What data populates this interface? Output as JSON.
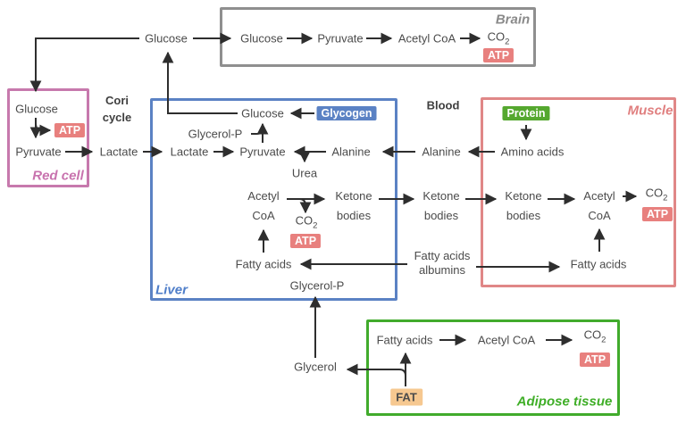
{
  "colors": {
    "text": "#4b4b4b",
    "arrow": "#2e2e2e",
    "brain_border": "#8f8f8f",
    "red_cell_border": "#c779ad",
    "liver_border": "#5b82c4",
    "muscle_border": "#e08787",
    "adipose_border": "#41ab2c",
    "atp_badge": "#e8807e",
    "glycogen_badge": "#5b82c4",
    "protein_badge": "#55a82f",
    "fat_badge": "#f6c890"
  },
  "blood": {
    "label": "Blood",
    "glucose": "Glucose",
    "lactate": "Lactate",
    "alanine": "Alanine",
    "ketone_line1": "Ketone",
    "ketone_line2": "bodies",
    "fatty_albumins_line1": "Fatty acids",
    "fatty_albumins_line2": "albumins",
    "glycerol": "Glycerol",
    "cori_line1": "Cori",
    "cori_line2": "cycle"
  },
  "brain": {
    "label": "Brain",
    "glucose": "Glucose",
    "pyruvate": "Pyruvate",
    "acetyl_coa": "Acetyl CoA",
    "co2": "CO",
    "co2_sub": "2",
    "atp": "ATP"
  },
  "red_cell": {
    "label": "Red cell",
    "glucose": "Glucose",
    "pyruvate": "Pyruvate",
    "atp": "ATP"
  },
  "liver": {
    "label": "Liver",
    "glucose": "Glucose",
    "glycogen": "Glycogen",
    "glycerol_p_top": "Glycerol-P",
    "lactate": "Lactate",
    "pyruvate": "Pyruvate",
    "alanine": "Alanine",
    "urea": "Urea",
    "acetyl_line1": "Acetyl",
    "acetyl_line2": "CoA",
    "ketone_line1": "Ketone",
    "ketone_line2": "bodies",
    "co2": "CO",
    "co2_sub": "2",
    "atp": "ATP",
    "fatty_acids": "Fatty acids",
    "glycerol_p_bottom": "Glycerol-P"
  },
  "muscle": {
    "label": "Muscle",
    "protein": "Protein",
    "amino_acids": "Amino acids",
    "ketone_line1": "Ketone",
    "ketone_line2": "bodies",
    "acetyl_line1": "Acetyl",
    "acetyl_line2": "CoA",
    "co2": "CO",
    "co2_sub": "2",
    "atp": "ATP",
    "fatty_acids": "Fatty acids"
  },
  "adipose": {
    "label": "Adipose tissue",
    "fat": "FAT",
    "fatty_acids": "Fatty acids",
    "acetyl_coa": "Acetyl CoA",
    "co2": "CO",
    "co2_sub": "2",
    "atp": "ATP"
  }
}
